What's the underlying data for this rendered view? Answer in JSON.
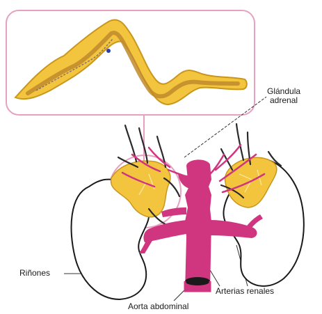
{
  "labels": {
    "adrenal_line1": "Glándula",
    "adrenal_line2": "adrenal",
    "kidneys": "Riñones",
    "renal_arteries": "Arterias renales",
    "aorta": "Aorta abdominal"
  },
  "colors": {
    "artery": "#d0357f",
    "gland": "#f3c53f",
    "gland_edge": "#c9961b",
    "gland_inner": "#c08a2c",
    "kidney_outline": "#1a1a1a",
    "vessel_dark": "#2a2a2a",
    "callout": "#e8a0c0"
  }
}
